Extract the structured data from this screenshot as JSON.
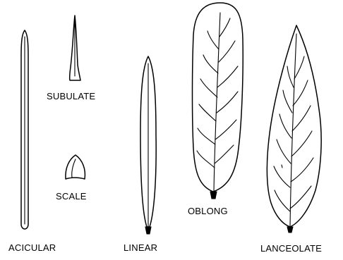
{
  "labels": {
    "acicular": "ACICULAR",
    "subulate": "SUBULATE",
    "scale": "SCALE",
    "linear": "LINEAR",
    "oblong": "OBLONG",
    "lanceolate": "LANCEOLATE"
  }
}
